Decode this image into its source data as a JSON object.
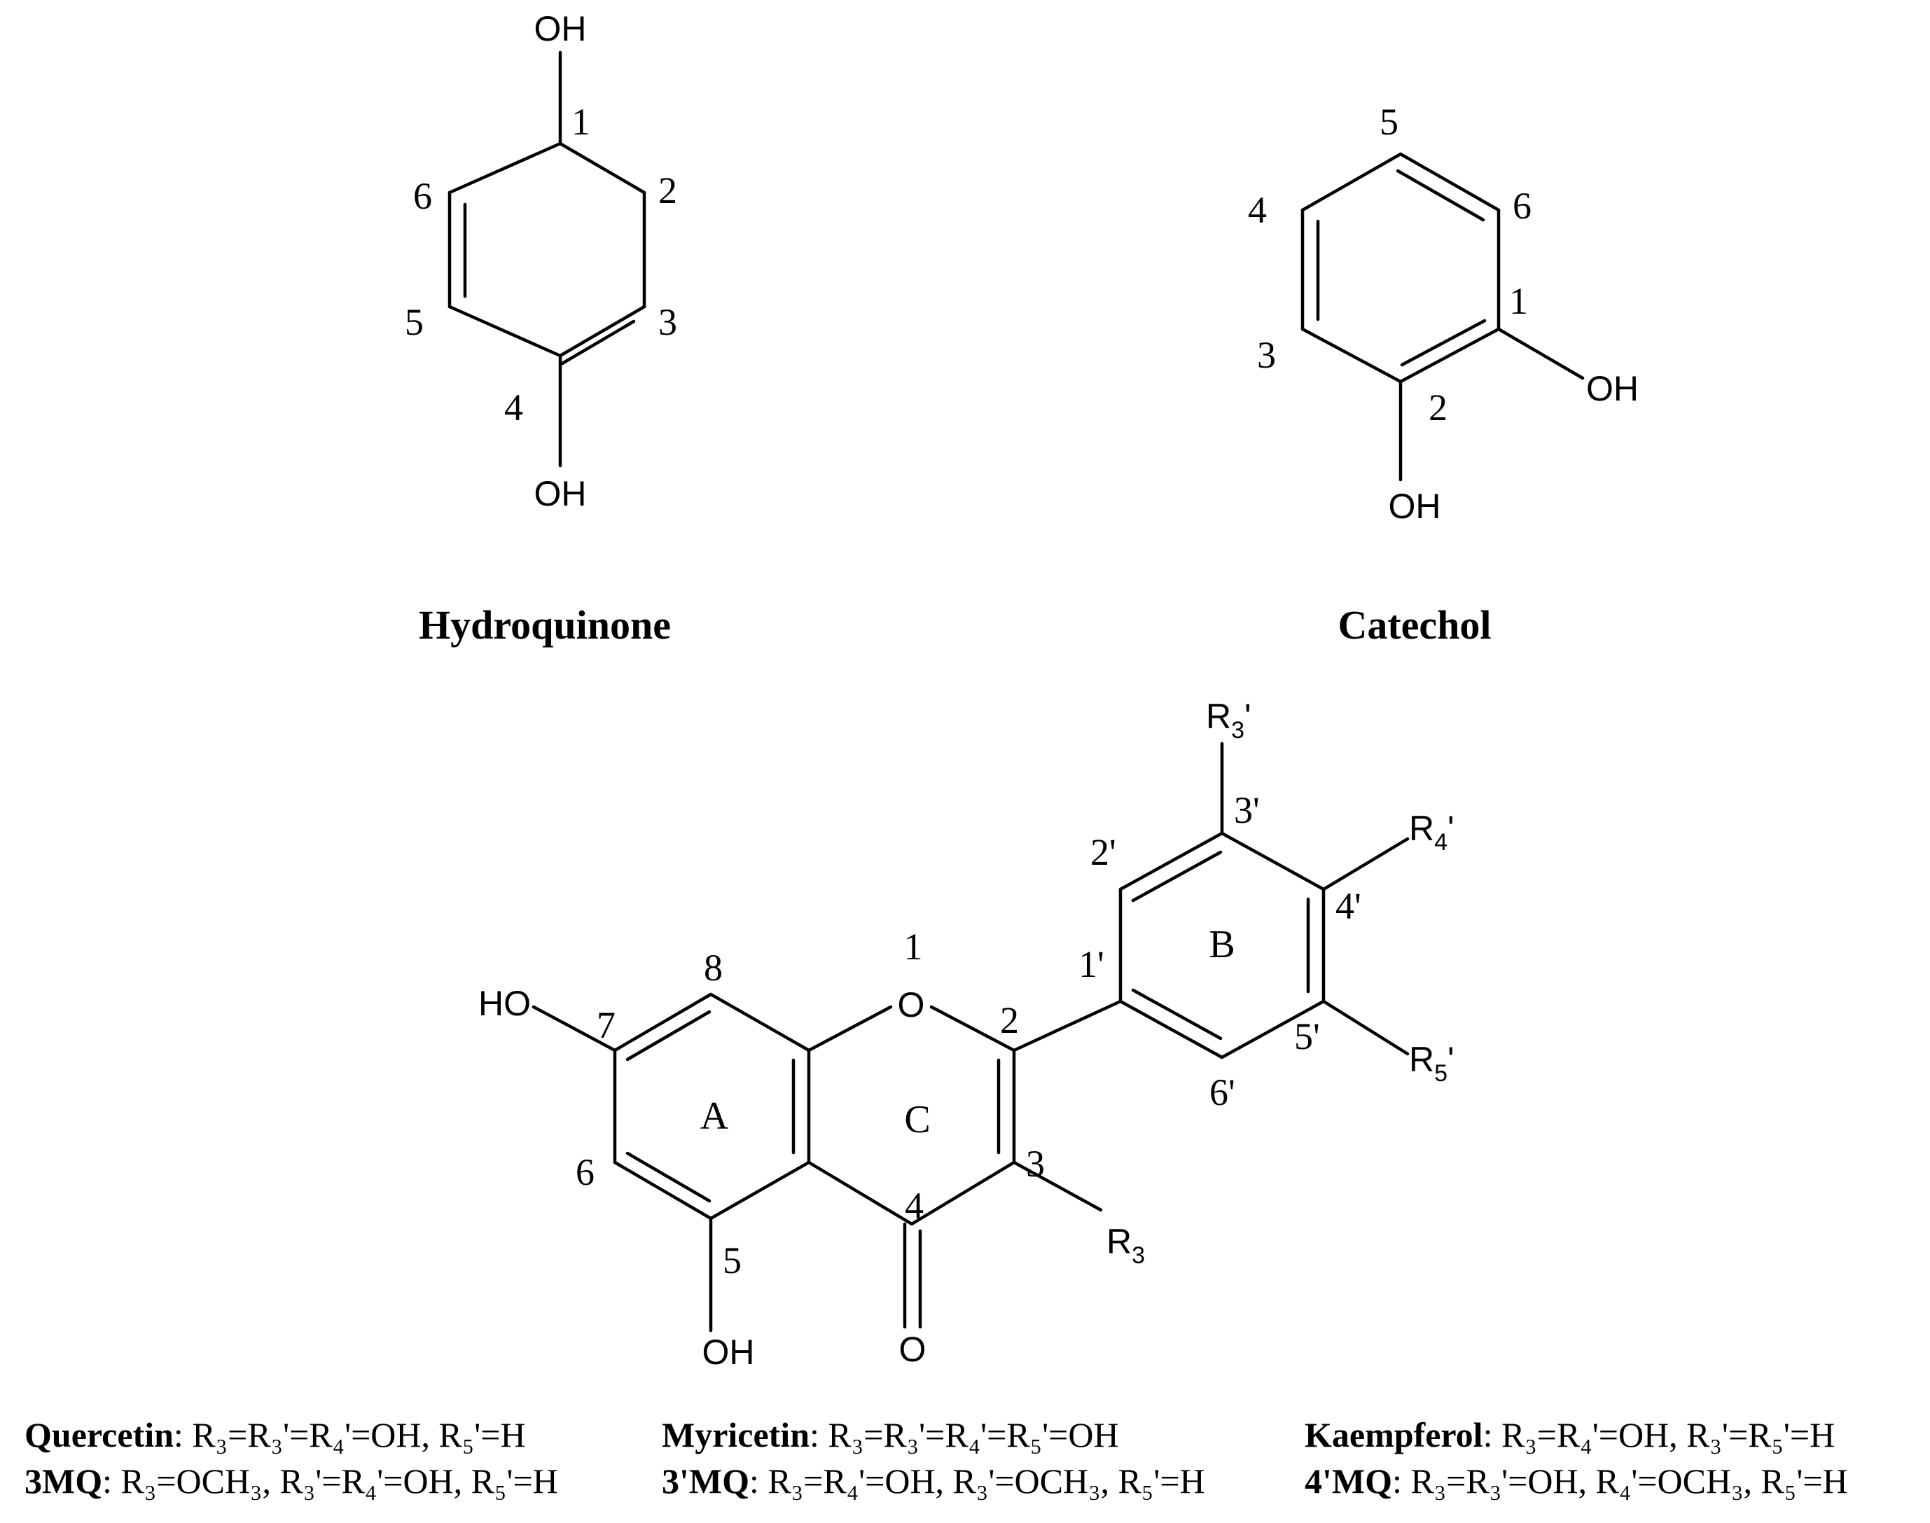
{
  "compounds": {
    "hydroquinone": {
      "name": "Hydroquinone",
      "oh_top": "OH",
      "oh_bottom": "OH",
      "n1": "1",
      "n2": "2",
      "n3": "3",
      "n4": "4",
      "n5": "5",
      "n6": "6"
    },
    "catechol": {
      "name": "Catechol",
      "oh1": "OH",
      "oh2": "OH",
      "n1": "1",
      "n2": "2",
      "n3": "3",
      "n4": "4",
      "n5": "5",
      "n6": "6"
    },
    "flavonol": {
      "ho7": "HO",
      "o1": "O",
      "o4": "O",
      "oh5": "OH",
      "ring_a": "A",
      "ring_b": "B",
      "ring_c": "C",
      "r3": "R",
      "r3_sub": "3",
      "r3p": "R",
      "r3p_sub": "3",
      "r3p_prime": "'",
      "r4p": "R",
      "r4p_sub": "4",
      "r4p_prime": "'",
      "r5p": "R",
      "r5p_sub": "5",
      "r5p_prime": "'",
      "n1": "1",
      "n2": "2",
      "n3": "3",
      "n4": "4",
      "n5": "5",
      "n6": "6",
      "n7": "7",
      "n8": "8",
      "n1p": "1'",
      "n2p": "2'",
      "n3p": "3'",
      "n4p": "4'",
      "n5p": "5'",
      "n6p": "6'"
    }
  },
  "legend": {
    "quercetin": {
      "name": "Quercetin",
      "def": ": R₃=R₃'=R₄'=OH, R₅'=H"
    },
    "myricetin": {
      "name": "Myricetin",
      "def": ": R₃=R₃'=R₄'=R₅'=OH"
    },
    "kaempferol": {
      "name": "Kaempferol",
      "def": ": R₃=R₄'=OH, R₃'=R₅'=H"
    },
    "mq3": {
      "name": "3MQ",
      "def": ": R₃=OCH₃, R₃'=R₄'=OH, R₅'=H"
    },
    "mq3p": {
      "name": "3'MQ",
      "def": ": R₃=R₄'=OH, R₃'=OCH₃, R₅'=H"
    },
    "mq4p": {
      "name": "4'MQ",
      "def": ": R₃=R₃'=OH, R₄'=OCH₃, R₅'=H"
    }
  }
}
